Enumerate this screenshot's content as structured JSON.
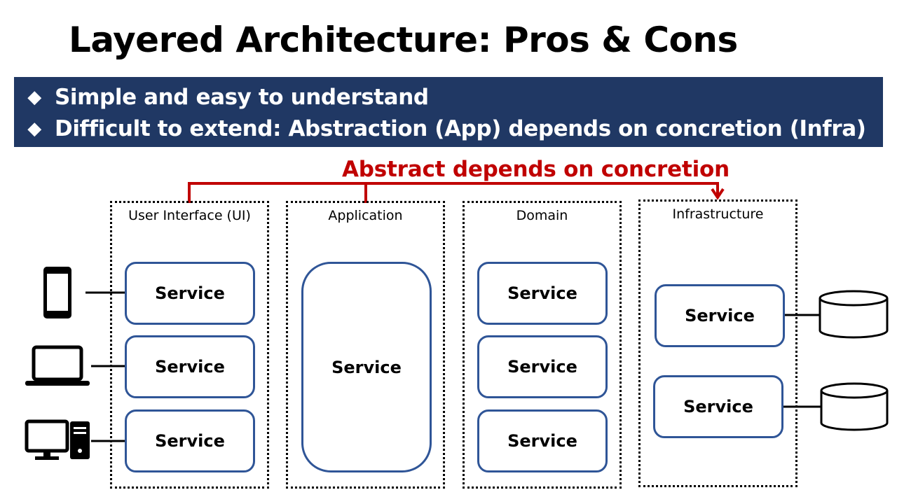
{
  "slide": {
    "title": "Layered Architecture: Pros & Cons",
    "bullets": [
      {
        "marker": "◆",
        "text": "Simple and easy to understand"
      },
      {
        "marker": "◆",
        "text": "Difficult to extend: Abstraction (App) depends on concretion (Infra)"
      }
    ],
    "dependency_label": "Abstract depends on concretion"
  },
  "layers": [
    {
      "title": "User Interface (UI)",
      "services": [
        "Service",
        "Service",
        "Service"
      ]
    },
    {
      "title": "Application",
      "services": [
        "Service"
      ]
    },
    {
      "title": "Domain",
      "services": [
        "Service",
        "Service",
        "Service"
      ]
    },
    {
      "title": "Infrastructure",
      "services": [
        "Service",
        "Service"
      ]
    }
  ],
  "icons": {
    "clients": [
      "smartphone-icon",
      "laptop-icon",
      "desktop-computer-icon"
    ],
    "storage": [
      "database-icon",
      "database-icon"
    ]
  },
  "colors": {
    "banner": "#203864",
    "service_border": "#2f5597",
    "dependency": "#c00000"
  }
}
